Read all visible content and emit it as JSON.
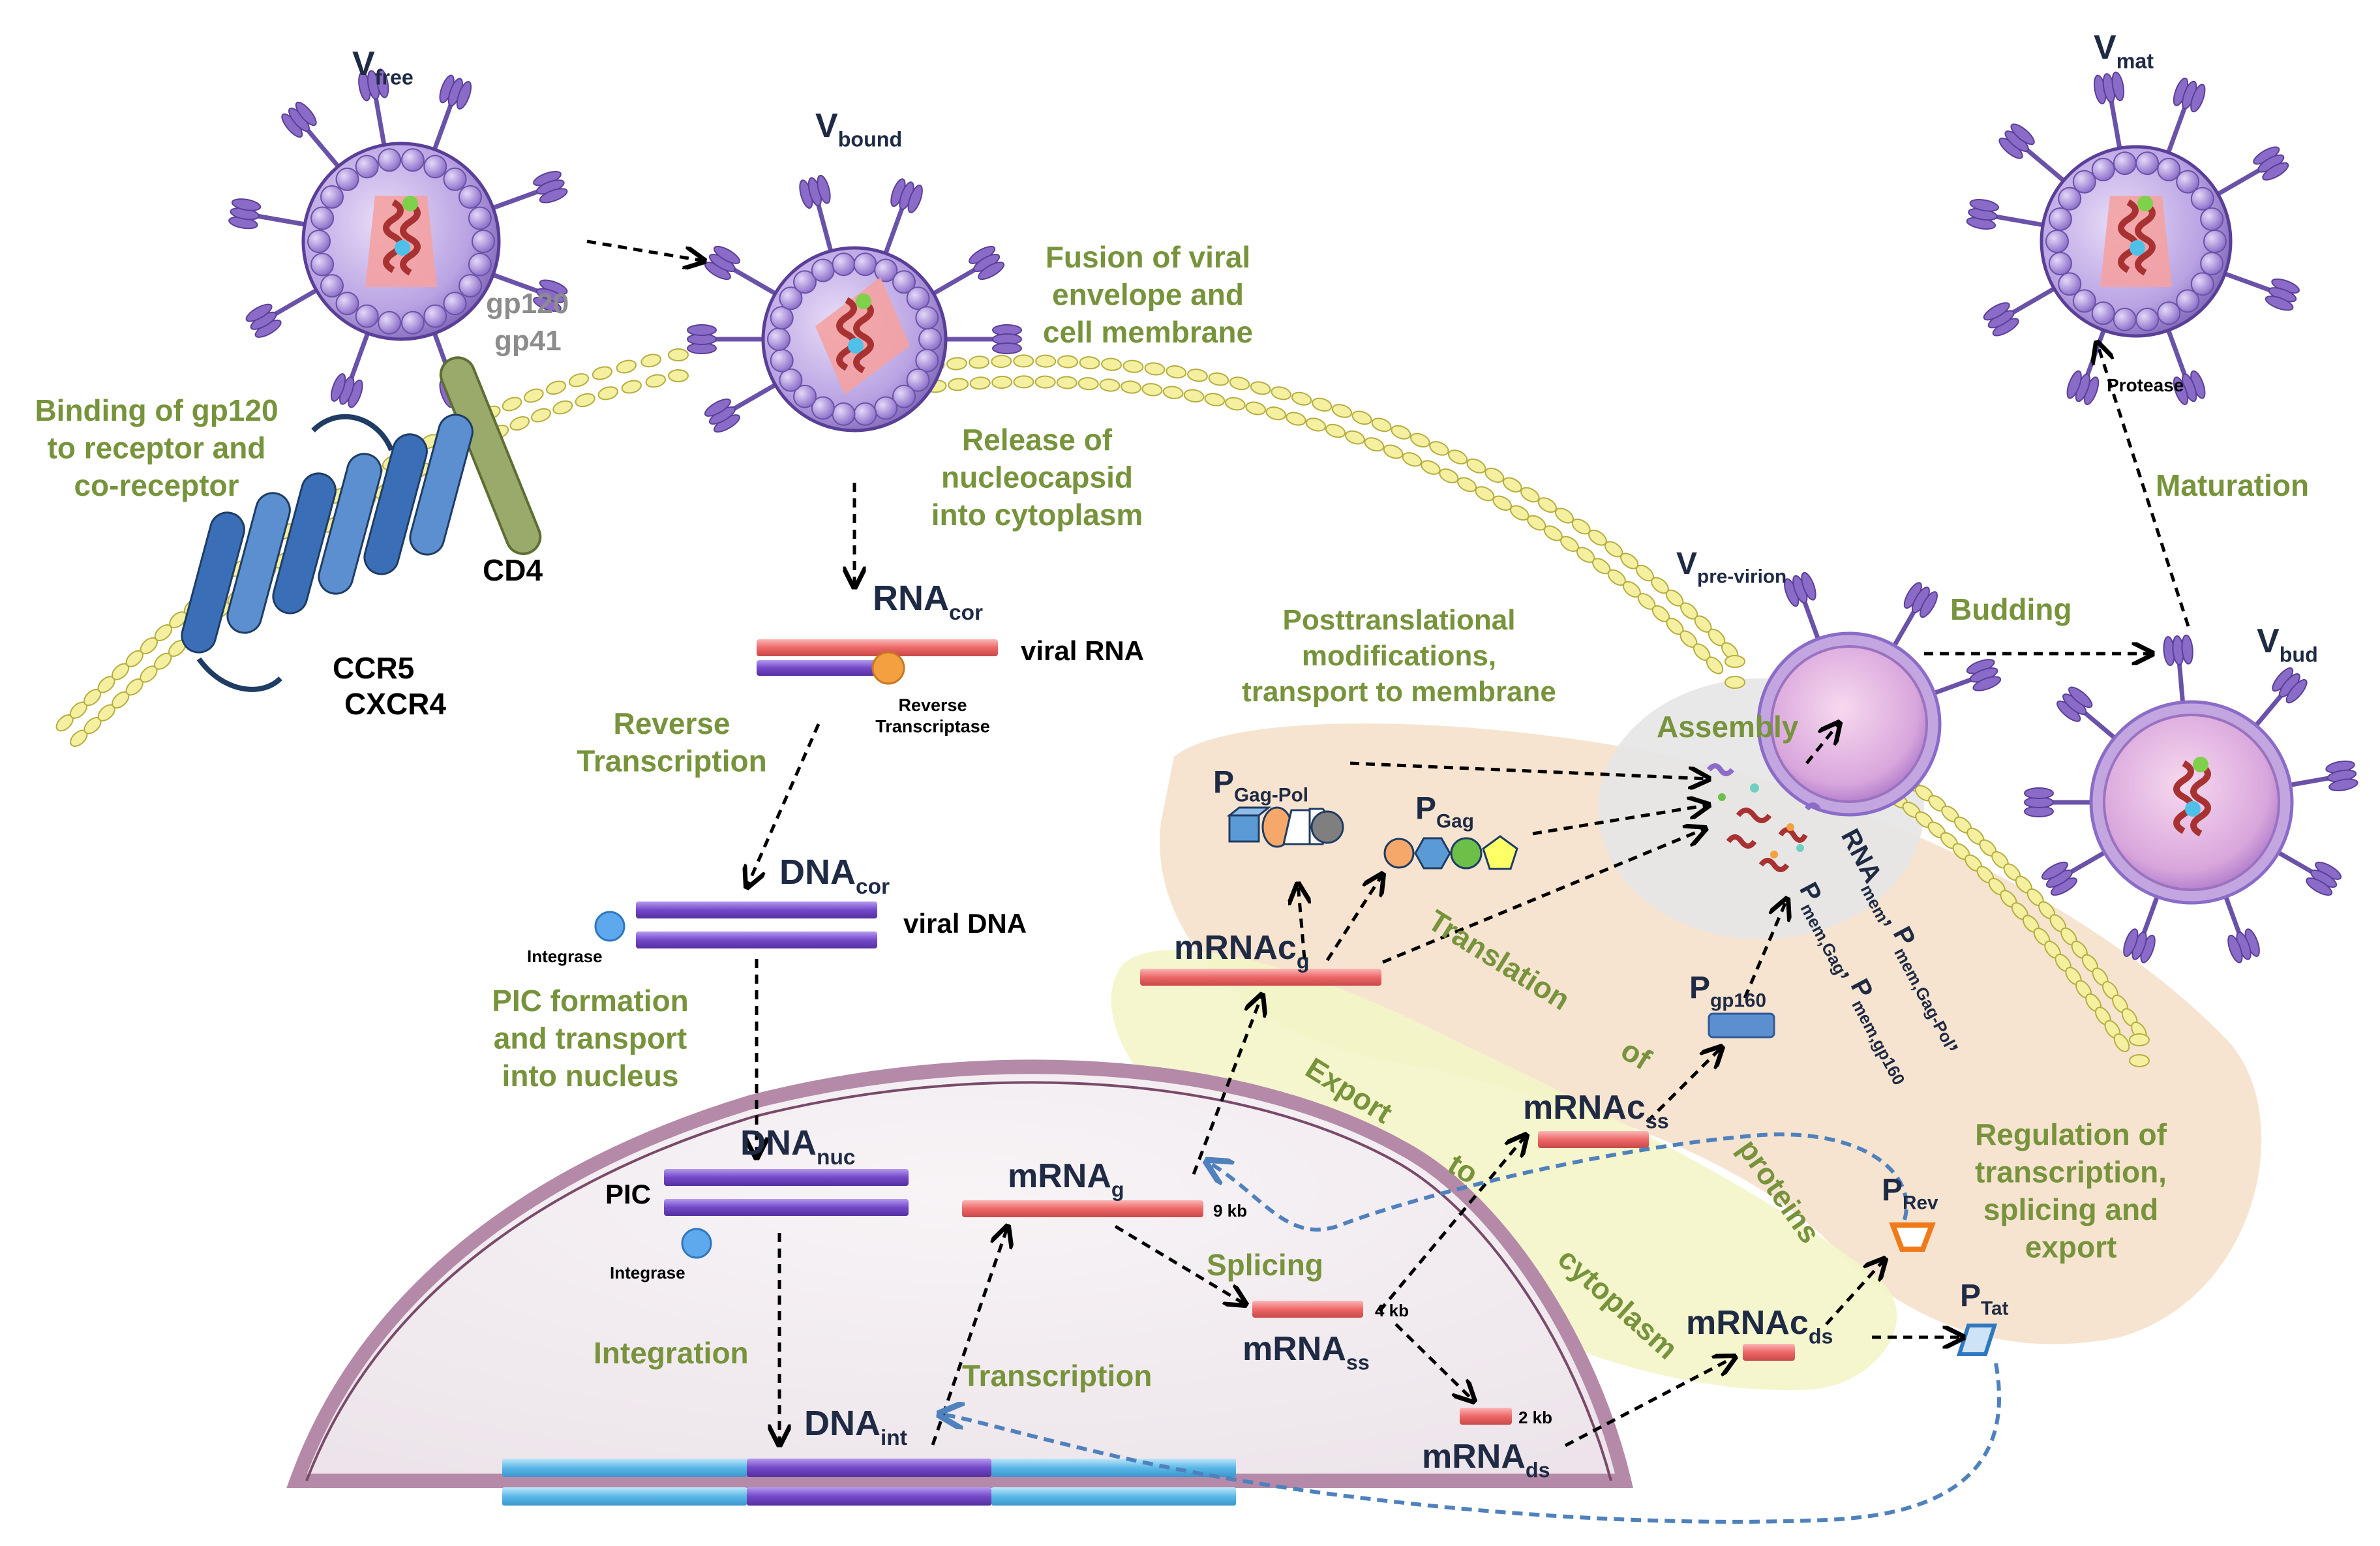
{
  "labels": {
    "v_free": {
      "main": "V",
      "sub": "free"
    },
    "v_bound": {
      "main": "V",
      "sub": "bound"
    },
    "v_mat": {
      "main": "V",
      "sub": "mat"
    },
    "v_previrion": {
      "main": "V",
      "sub": "pre-virion"
    },
    "v_bud": {
      "main": "V",
      "sub": "bud"
    },
    "gp120": "gp120",
    "gp41": "gp41",
    "cd4": "CD4",
    "ccr5": "CCR5",
    "cxcr4": "CXCR4",
    "binding": [
      "Binding of gp120",
      "to receptor and",
      "co-receptor"
    ],
    "fusion": [
      "Fusion of viral",
      "envelope and",
      "cell membrane"
    ],
    "release": [
      "Release of",
      "nucleocapsid",
      "into cytoplasm"
    ],
    "rna_cor": {
      "main": "RNA",
      "sub": "cor"
    },
    "viral_rna": "viral RNA",
    "reverse_transcriptase": [
      "Reverse",
      "Transcriptase"
    ],
    "reverse_transcription": [
      "Reverse",
      "Transcription"
    ],
    "dna_cor": {
      "main": "DNA",
      "sub": "cor"
    },
    "viral_dna": "viral DNA",
    "integrase1": "Integrase",
    "pic_formation": [
      "PIC formation",
      "and transport",
      "into nucleus"
    ],
    "dna_nuc": {
      "main": "DNA",
      "sub": "nuc"
    },
    "pic": "PIC",
    "integrase2": "Integrase",
    "integration": "Integration",
    "dna_int": {
      "main": "DNA",
      "sub": "int"
    },
    "transcription": "Transcription",
    "mrna_g": {
      "main": "mRNA",
      "sub": "g"
    },
    "size_9kb": "9 kb",
    "splicing": "Splicing",
    "mrna_ss": {
      "main": "mRNA",
      "sub": "ss"
    },
    "size_4kb": "4 kb",
    "mrna_ds": {
      "main": "mRNA",
      "sub": "ds"
    },
    "size_2kb": "2 kb",
    "export_words": [
      "Export",
      "to",
      "cytoplasm"
    ],
    "translation_words": [
      "Translation",
      "of",
      "proteins"
    ],
    "mrnac_g": {
      "main": "mRNAc",
      "sub": "g"
    },
    "mrnac_ss": {
      "main": "mRNAc",
      "sub": "ss"
    },
    "mrnac_ds": {
      "main": "mRNAc",
      "sub": "ds"
    },
    "p_gagpol": {
      "main": "P",
      "sub": "Gag-Pol"
    },
    "p_gag": {
      "main": "P",
      "sub": "Gag"
    },
    "p_gp160": {
      "main": "P",
      "sub": "gp160"
    },
    "p_rev": {
      "main": "P",
      "sub": "Rev"
    },
    "p_tat": {
      "main": "P",
      "sub": "Tat"
    },
    "posttranslational": [
      "Posttranslational",
      "modifications,",
      "transport to membrane"
    ],
    "assembly": "Assembly",
    "budding": "Budding",
    "maturation": "Maturation",
    "protease": "Protease",
    "regulation": [
      "Regulation of",
      "transcription,",
      "splicing and",
      "export"
    ],
    "mem_line1": {
      "a": "RNA",
      "a_sub": "mem",
      "sep": ", ",
      "b": "P",
      "b_sub": "mem,Gag-Pol",
      "end": ","
    },
    "mem_line2": {
      "a": "P",
      "a_sub": "mem,Gag",
      "sep": ", ",
      "b": "P",
      "b_sub": "mem,gp160"
    }
  },
  "colors": {
    "label_green": "#77933c",
    "label_navy": "#1f2a44",
    "rna_red": "#f07070",
    "dna_purple": "#7b4fc9",
    "host_blue": "#5bb8e8",
    "virus_purple": "#9b7fd1",
    "membrane_yellow": "#f5f0a0",
    "regulation_blue": "#4f81bd"
  }
}
